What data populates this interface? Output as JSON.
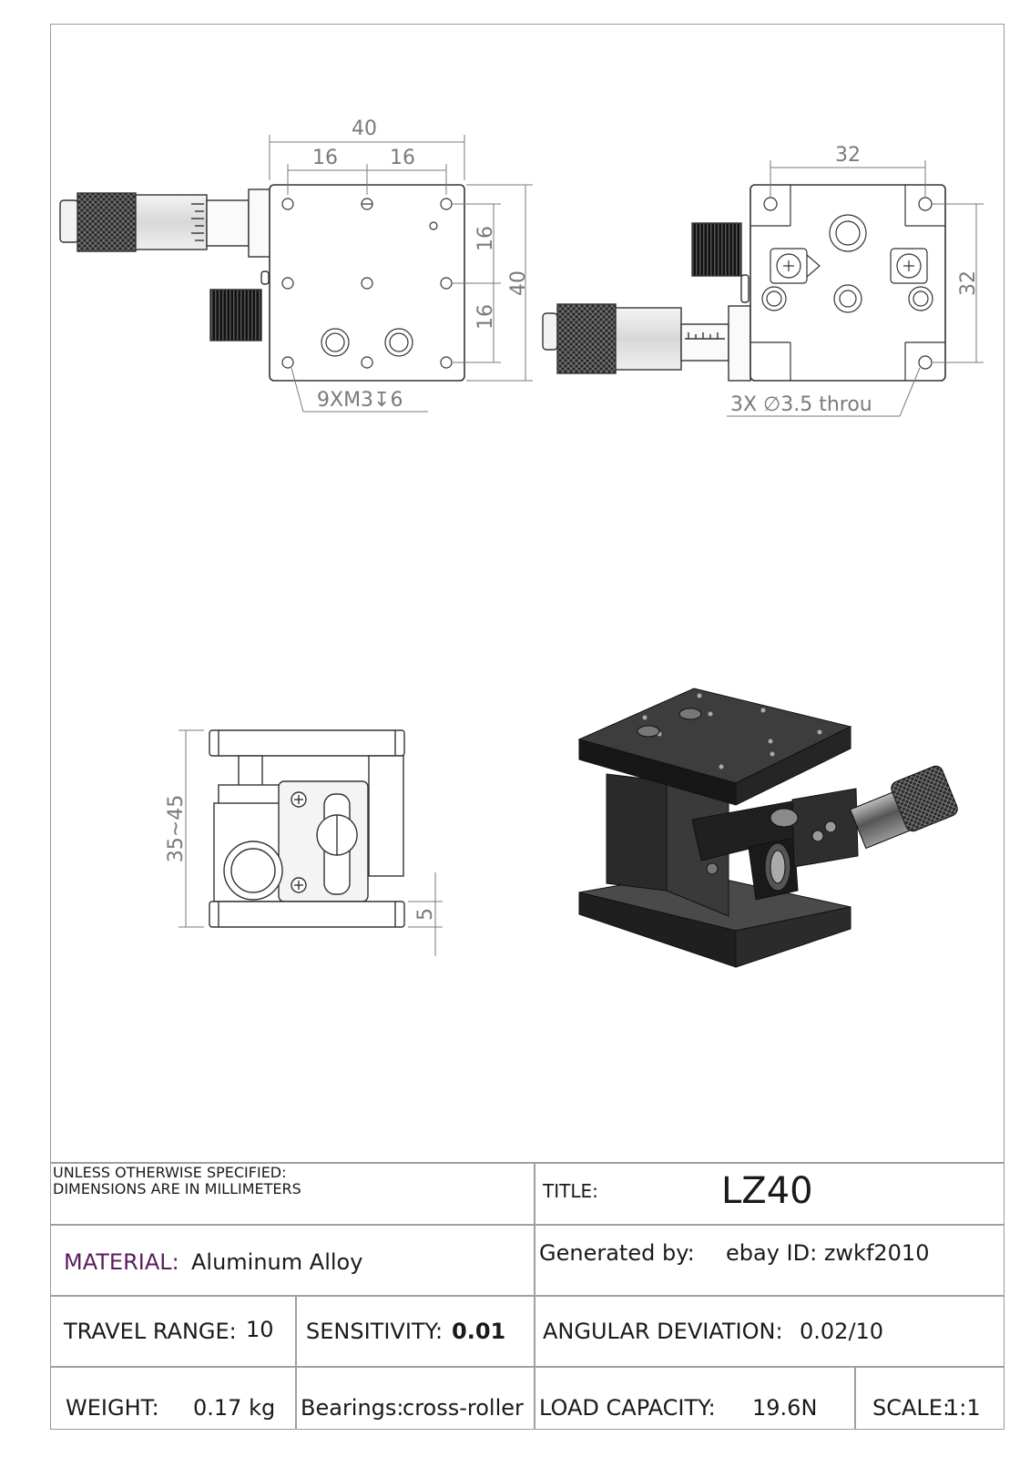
{
  "dimensions": {
    "top_width": "40",
    "top_half_left": "16",
    "top_half_right": "16",
    "top_height": "40",
    "top_vert_upper": "16",
    "top_vert_lower": "16",
    "top_hole_note": "9XM3↧6",
    "side_width": "32",
    "side_height": "32",
    "side_hole_note": "3X ∅3.5 throu",
    "front_height": "35~45",
    "front_base": "5"
  },
  "title_block": {
    "unless_line1": "UNLESS OTHERWISE SPECIFIED:",
    "unless_line2": "DIMENSIONS ARE IN MILLIMETERS",
    "title_label": "TITLE:",
    "title_value": "LZ40",
    "material_label": "MATERIAL:",
    "material_value": "Aluminum Alloy",
    "generated_label": "Generated by:",
    "generated_value": "ebay ID: zwkf2010",
    "travel_label": "TRAVEL RANGE:",
    "travel_value": "10",
    "sensitivity_label": "SENSITIVITY:",
    "sensitivity_value": "0.01",
    "angular_label": "ANGULAR DEVIATION:",
    "angular_value": "0.02/10",
    "weight_label": "WEIGHT:",
    "weight_value": "0.17 kg",
    "bearings_label": "Bearings:",
    "bearings_value": "cross-roller",
    "load_label": "LOAD CAPACITY:",
    "load_value": "19.6N",
    "scale_label": "SCALE:",
    "scale_value": "1:1"
  }
}
